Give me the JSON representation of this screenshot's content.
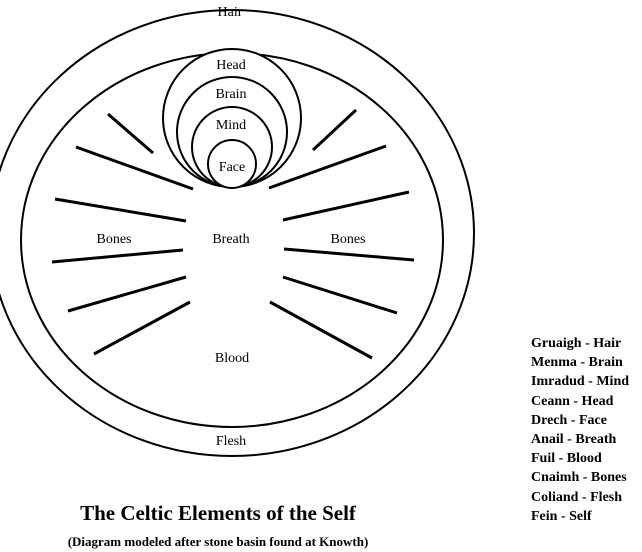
{
  "diagram": {
    "labels": {
      "hair": "Hair",
      "head": "Head",
      "brain": "Brain",
      "mind": "Mind",
      "face": "Face",
      "bones_left": "Bones",
      "breath": "Breath",
      "bones_right": "Bones",
      "blood": "Blood",
      "flesh": "Flesh"
    },
    "title": "The Celtic Elements of the Self",
    "subtitle": "(Diagram modeled after stone basin found at Knowth)"
  },
  "legend": {
    "items": [
      "Gruaigh - Hair",
      "Menma - Brain",
      "Imradud - Mind",
      "Ceann - Head",
      "Drech - Face",
      "Anail - Breath",
      "Fuil - Blood",
      "Cnaimh - Bones",
      "Coliand - Flesh",
      "Fein - Self"
    ]
  }
}
